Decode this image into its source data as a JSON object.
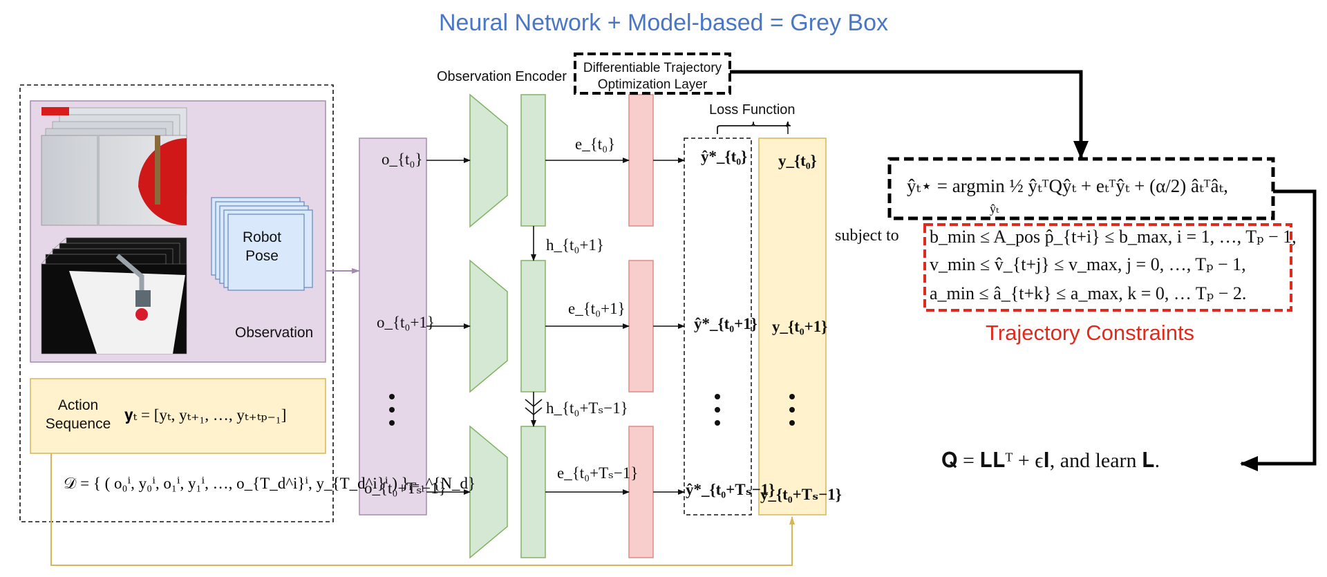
{
  "title": "Neural Network + Model-based = Grey Box",
  "observation": {
    "label": "Observation",
    "robot_pose_line1": "Robot",
    "robot_pose_line2": "Pose"
  },
  "action": {
    "label_line1": "Action",
    "label_line2": "Sequence",
    "equation": "𝐲ₜ = [yₜ, yₜ₊₁, …, yₜ₊ₜₚ₋₁]",
    "dataset": "𝒟 = { ( o₀ⁱ, y₀ⁱ, o₁ⁱ, y₁ⁱ, …, o_{T_d^i}ⁱ, y_{T_d^i}ⁱ ) }ᵢ₌₁^{N_d}"
  },
  "encoder": {
    "label": "Observation Encoder",
    "inputs": [
      "o_{t₀}",
      "o_{t₀+1}",
      "o_{t₀+Tₛ−1}"
    ],
    "embeddings": [
      "e_{t₀}",
      "e_{t₀+1}",
      "e_{t₀+Tₛ−1}"
    ],
    "hidden": [
      "h_{t₀+1}",
      "h_{t₀+Tₛ−1}"
    ]
  },
  "traj_layer": {
    "label_line1": "Differentiable Trajectory",
    "label_line2": "Optimization Layer"
  },
  "loss": {
    "label": "Loss Function",
    "predictions": [
      "ŷ*_{t₀}",
      "ŷ*_{t₀+1}",
      "ŷ*_{t₀+Tₛ−1}"
    ],
    "targets": [
      "y_{t₀}",
      "y_{t₀+1}",
      "y_{t₀+Tₛ−1}"
    ]
  },
  "optimization": {
    "objective": "ŷₜ⋆ = argmin ½ ŷₜᵀQŷₜ + eₜᵀŷₜ + (α/2) âₜᵀâₜ,",
    "argmin_sub": "ŷₜ",
    "subject_to": "subject to",
    "constraints": [
      "b_min ≤ A_pos p̂_{t+i} ≤ b_max, i = 1, …, Tₚ − 1,",
      "v_min ≤ v̂_{t+j} ≤ v_max, j = 0, …, Tₚ − 1,",
      "a_min ≤ â_{t+k} ≤ a_max, k = 0, … Tₚ − 2."
    ],
    "constraints_title": "Trajectory Constraints",
    "q_equation": "𝐐 = 𝐋𝐋ᵀ + ϵ𝐈, and learn 𝐋."
  },
  "colors": {
    "title": "#4a76c6",
    "purple_fill": "#e5d6e8",
    "purple_stroke": "#a58bb3",
    "green_fill": "#d5e8d4",
    "green_stroke": "#82b366",
    "red_fill": "#f8cecc",
    "red_stroke": "#e08a85",
    "yellow_fill": "#fff2cc",
    "yellow_stroke": "#d6b656",
    "blue_fill": "#dae8fc",
    "blue_stroke": "#6c8ebf",
    "constraint_red": "#e02a1e"
  }
}
